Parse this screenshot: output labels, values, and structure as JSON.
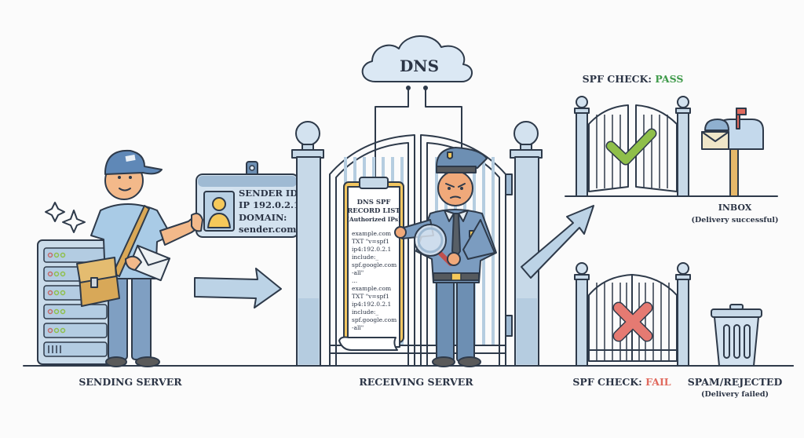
{
  "diagram": {
    "dns": {
      "label": "DNS"
    },
    "sending_server": {
      "label": "SENDING SERVER"
    },
    "receiving_server": {
      "label": "RECEIVING SERVER"
    },
    "id_badge": {
      "lines": [
        "SENDER ID:",
        "IP 192.0.2.1",
        "DOMAIN:",
        "sender.com"
      ]
    },
    "record_list": {
      "title_lines": [
        "DNS SPF",
        "RECORD LIST"
      ],
      "subtitle": "(Authorized IPs)",
      "entries": [
        [
          "example.com",
          "TXT \"v=spf1",
          "ip4:192.0.2.1",
          "include:_",
          "spf.google.com",
          "-all\"",
          "..."
        ],
        [
          "example.com",
          "TXT \"v=spf1",
          "ip4:192.0.2.1",
          "include:_",
          "spf.google.com",
          "-all\"",
          "..."
        ]
      ]
    },
    "pass": {
      "prefix": "SPF CHECK: ",
      "status": "PASS",
      "status_color": "#3f9a4a",
      "destination": "INBOX",
      "destination_note": "(Delivery successful)"
    },
    "fail": {
      "prefix": "SPF CHECK: ",
      "status": "FAIL",
      "status_color": "#e06a5e",
      "destination": "SPAM/REJECTED",
      "destination_note": "(Delivery failed)"
    },
    "colors": {
      "steel": "#c7d9e8",
      "steel_dark": "#9fbad3",
      "uniform": "#6d8fb3",
      "check_green": "#8fbf4a",
      "cross_red": "#e57a72",
      "badge_yellow": "#f5c95a"
    }
  }
}
